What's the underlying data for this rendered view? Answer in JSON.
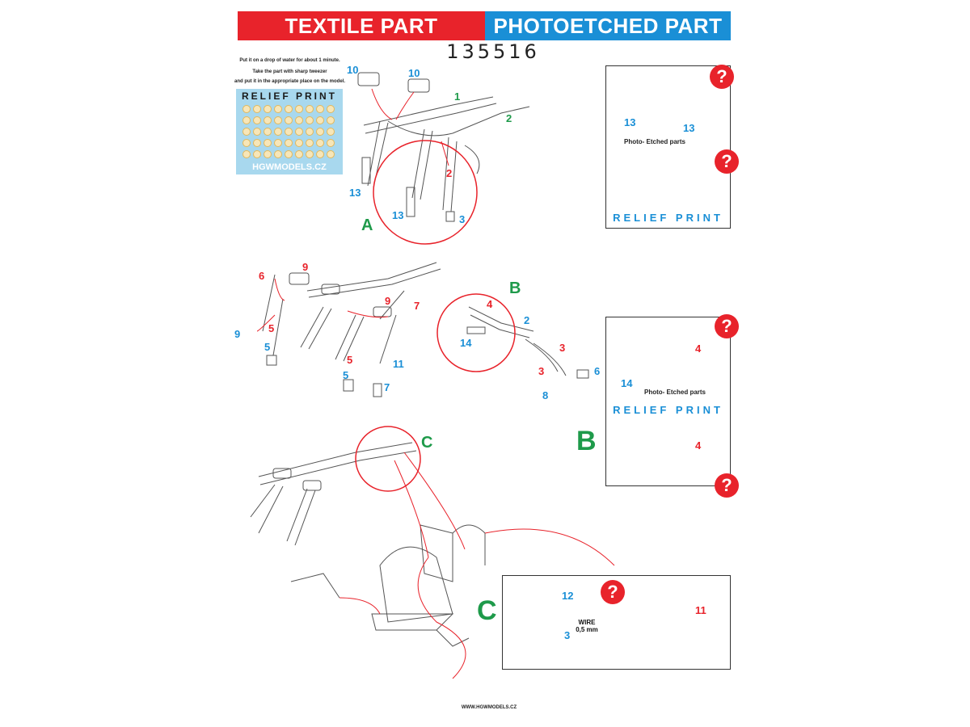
{
  "header": {
    "textile": "TEXTILE PART",
    "photoetched": "PHOTOETCHED PART",
    "code": "135516"
  },
  "instructions": [
    "Put it on a drop of water for about 1 minute.",
    "Take the part with sharp tweezer",
    "and put it in the appropriate place on the model."
  ],
  "decal": {
    "title": "RELIEF PRINT",
    "brand": "HGWMODELS.CZ"
  },
  "sections": {
    "a": "A",
    "b": "B",
    "c": "C"
  },
  "question": "?",
  "panels": {
    "pe_label": "Photo- Etched parts",
    "relief": "RELIEF PRINT",
    "wire_line1": "WIRE",
    "wire_line2": "0,5 mm"
  },
  "part_numbers": {
    "a_10_left": "10",
    "a_10_right": "10",
    "a_1": "1",
    "a_2_green": "2",
    "a_2_red": "2",
    "a_13_left": "13",
    "a_13_mid": "13",
    "a_3": "3",
    "p1_13_left": "13",
    "p1_13_right": "13",
    "b_6": "6",
    "b_9_top": "9",
    "b_9_left": "9",
    "b_5_left": "5",
    "b_5_left_blue": "5",
    "b_9_mid": "9",
    "b_7_red": "7",
    "b_5_mid": "5",
    "b_5_mid_blue": "5",
    "b_11": "11",
    "b_7_blue": "7",
    "b_4": "4",
    "b_2": "2",
    "b_14": "14",
    "b_3_top": "3",
    "b_3_bot": "3",
    "b_6_right": "6",
    "b_8": "8",
    "p3_4": "4",
    "p3_14": "14",
    "p4_4": "4",
    "c_12": "12",
    "c_3": "3",
    "c_11": "11"
  },
  "footer": "WWW.HGWMODELS.CZ",
  "colors": {
    "red": "#e8232b",
    "blue": "#1a8fd6",
    "green": "#1e9a4a",
    "decal_bg": "#a8d8ee"
  }
}
